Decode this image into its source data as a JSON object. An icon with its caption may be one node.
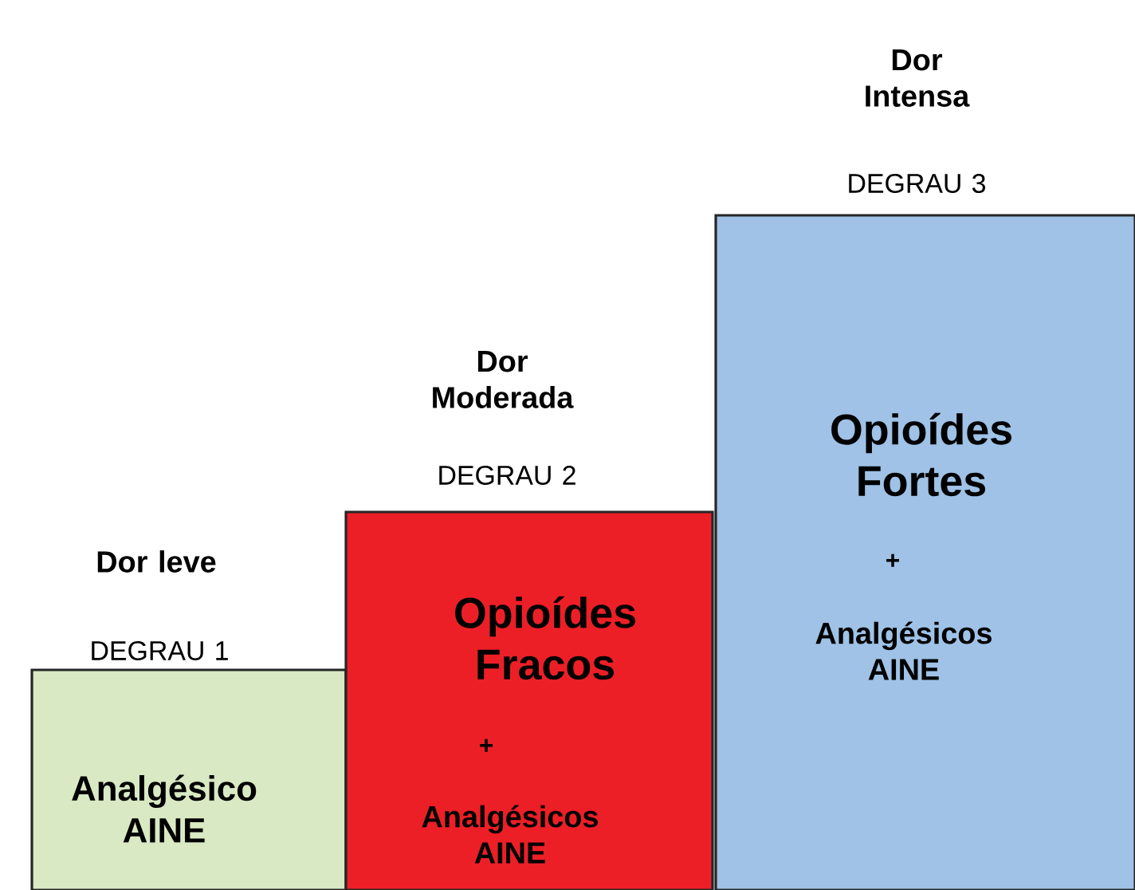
{
  "diagram": {
    "nodes": [
      {
        "text": [
          "Dor leve",
          "DEGRAU 1",
          "Analgésico AINE"
        ]
      },
      {
        "text": [
          "Dor Moderada",
          "DEGRAU 2",
          "Opioídes Fracos",
          "+",
          "Analgésicos AINE"
        ]
      },
      {
        "text": [
          "Dor Intensa",
          "DEGRAU 3",
          "Opioídes Fortes",
          "+",
          "Analgésicos AINE"
        ]
      }
    ]
  }
}
